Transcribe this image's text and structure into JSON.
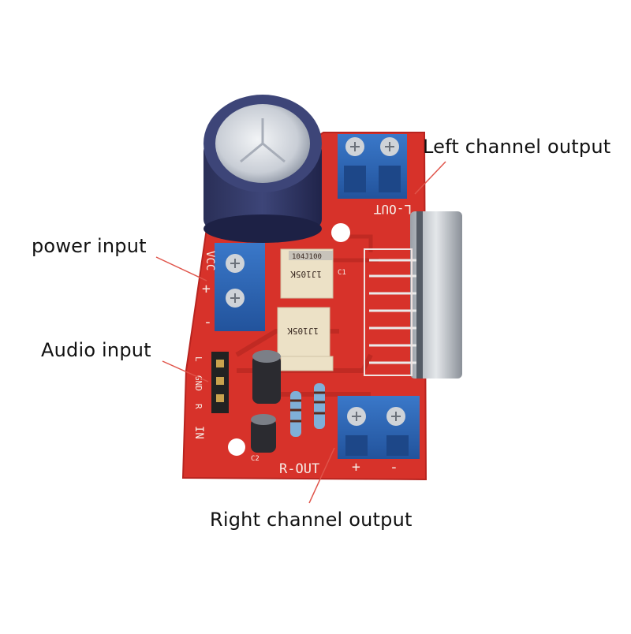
{
  "callouts": {
    "left_channel_output": "Left channel output",
    "power_input": "power input",
    "audio_input": "Audio input",
    "right_channel_output": "Right channel output"
  },
  "board_silkscreen": {
    "l_out": "L-OUT",
    "r_out": "R-OUT",
    "vcc": "VCC",
    "plus": "+",
    "minus": "-",
    "in_l": "L",
    "in_gnd": "GND",
    "in_r": "R",
    "in_label": "IN",
    "c1": "C1",
    "c2": "C2",
    "cap_box_top": "104J100",
    "cap_box_1": "1J105K",
    "cap_box_2": "1J105K"
  },
  "colors": {
    "pcb": "#d7322a",
    "pcb_dark": "#b8241f",
    "terminal_blue": "#2c63b3",
    "leader_line": "#e0544a"
  }
}
